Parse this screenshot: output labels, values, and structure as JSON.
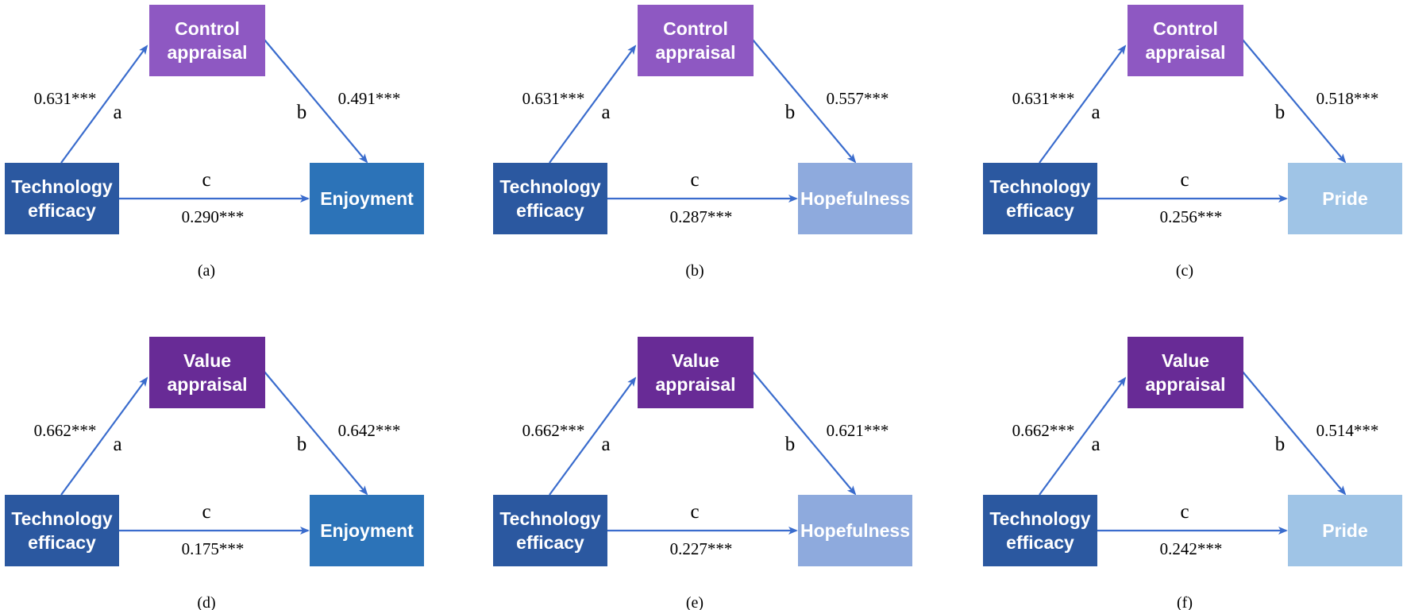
{
  "colors": {
    "arrow": "#3a6ccd",
    "technology": "#2b58a0",
    "control": "#8e58c2",
    "value": "#682b96",
    "enjoyment": "#2c73b8",
    "hopefulness": "#8eaadd",
    "pride": "#9fc4e6"
  },
  "panels": [
    {
      "caption": "(a)",
      "mediator": {
        "lines": [
          "Control",
          "appraisal"
        ],
        "color_key": "control"
      },
      "predictor": {
        "lines": [
          "Technology",
          "efficacy"
        ],
        "color_key": "technology"
      },
      "outcome": {
        "lines": [
          "Enjoyment"
        ],
        "color_key": "enjoyment"
      },
      "path_a": {
        "label": "a",
        "coef": "0.631***"
      },
      "path_b": {
        "label": "b",
        "coef": "0.491***"
      },
      "path_c": {
        "label": "c",
        "coef": "0.290***"
      }
    },
    {
      "caption": "(b)",
      "mediator": {
        "lines": [
          "Control",
          "appraisal"
        ],
        "color_key": "control"
      },
      "predictor": {
        "lines": [
          "Technology",
          "efficacy"
        ],
        "color_key": "technology"
      },
      "outcome": {
        "lines": [
          "Hopefulness"
        ],
        "color_key": "hopefulness"
      },
      "path_a": {
        "label": "a",
        "coef": "0.631***"
      },
      "path_b": {
        "label": "b",
        "coef": "0.557***"
      },
      "path_c": {
        "label": "c",
        "coef": "0.287***"
      }
    },
    {
      "caption": "(c)",
      "mediator": {
        "lines": [
          "Control",
          "appraisal"
        ],
        "color_key": "control"
      },
      "predictor": {
        "lines": [
          "Technology",
          "efficacy"
        ],
        "color_key": "technology"
      },
      "outcome": {
        "lines": [
          "Pride"
        ],
        "color_key": "pride"
      },
      "path_a": {
        "label": "a",
        "coef": "0.631***"
      },
      "path_b": {
        "label": "b",
        "coef": "0.518***"
      },
      "path_c": {
        "label": "c",
        "coef": "0.256***"
      }
    },
    {
      "caption": "(d)",
      "mediator": {
        "lines": [
          "Value",
          "appraisal"
        ],
        "color_key": "value"
      },
      "predictor": {
        "lines": [
          "Technology",
          "efficacy"
        ],
        "color_key": "technology"
      },
      "outcome": {
        "lines": [
          "Enjoyment"
        ],
        "color_key": "enjoyment"
      },
      "path_a": {
        "label": "a",
        "coef": "0.662***"
      },
      "path_b": {
        "label": "b",
        "coef": "0.642***"
      },
      "path_c": {
        "label": "c",
        "coef": "0.175***"
      }
    },
    {
      "caption": "(e)",
      "mediator": {
        "lines": [
          "Value",
          "appraisal"
        ],
        "color_key": "value"
      },
      "predictor": {
        "lines": [
          "Technology",
          "efficacy"
        ],
        "color_key": "technology"
      },
      "outcome": {
        "lines": [
          "Hopefulness"
        ],
        "color_key": "hopefulness"
      },
      "path_a": {
        "label": "a",
        "coef": "0.662***"
      },
      "path_b": {
        "label": "b",
        "coef": "0.621***"
      },
      "path_c": {
        "label": "c",
        "coef": "0.227***"
      }
    },
    {
      "caption": "(f)",
      "mediator": {
        "lines": [
          "Value",
          "appraisal"
        ],
        "color_key": "value"
      },
      "predictor": {
        "lines": [
          "Technology",
          "efficacy"
        ],
        "color_key": "technology"
      },
      "outcome": {
        "lines": [
          "Pride"
        ],
        "color_key": "pride"
      },
      "path_a": {
        "label": "a",
        "coef": "0.662***"
      },
      "path_b": {
        "label": "b",
        "coef": "0.514***"
      },
      "path_c": {
        "label": "c",
        "coef": "0.242***"
      }
    }
  ]
}
